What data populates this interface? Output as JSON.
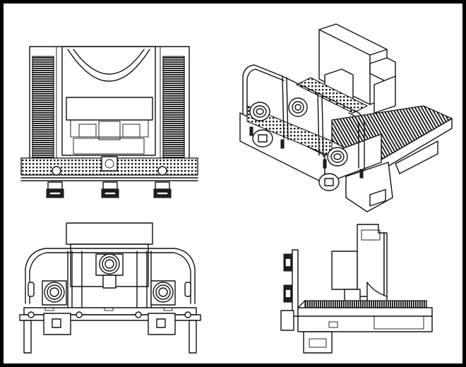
{
  "drawing": {
    "views": [
      {
        "id": "top-view",
        "kind": "top"
      },
      {
        "id": "isometric-view",
        "kind": "isometric"
      },
      {
        "id": "front-view",
        "kind": "front"
      },
      {
        "id": "side-view",
        "kind": "side"
      }
    ],
    "line_color": "#111111",
    "background": "#ffffff",
    "border_color": "#000000"
  }
}
